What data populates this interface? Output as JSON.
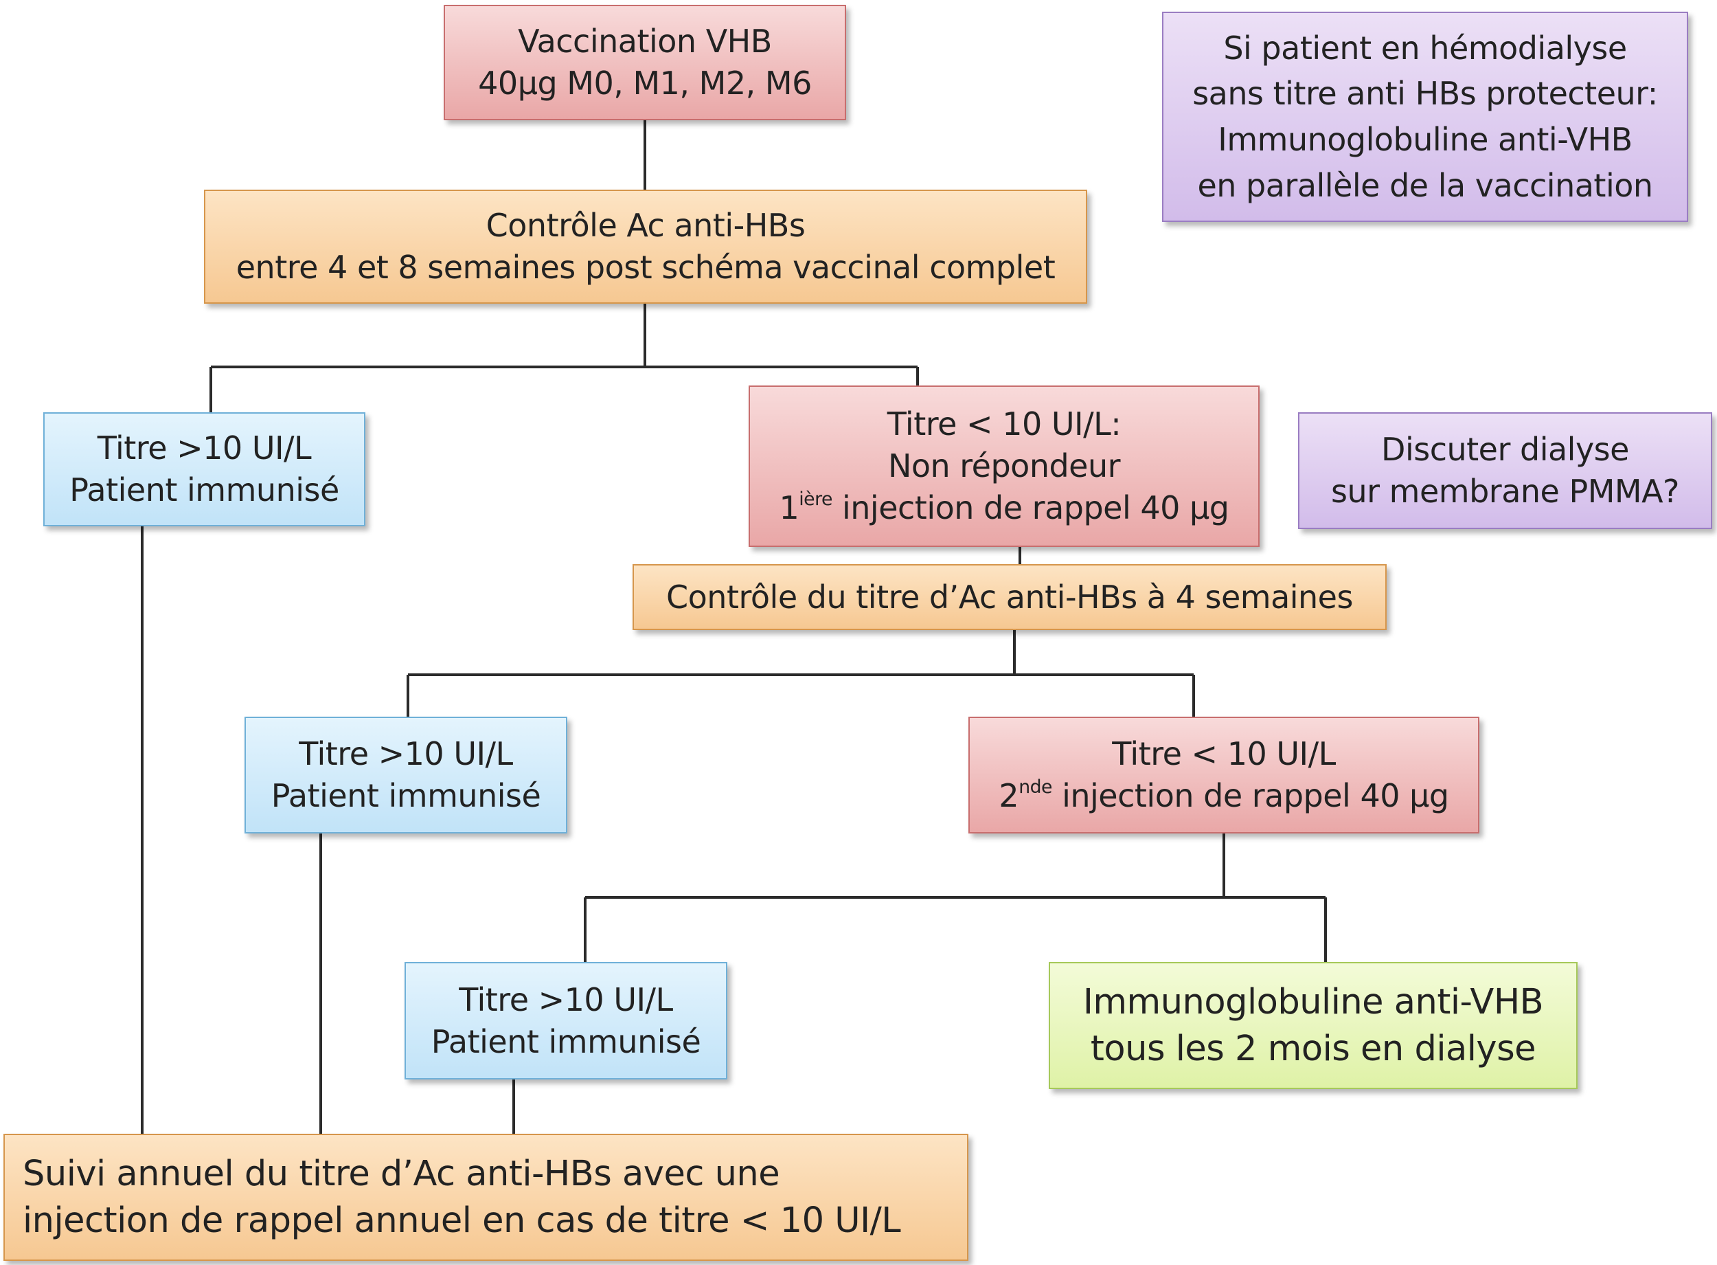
{
  "nodes": {
    "vaccination": {
      "line1": "Vaccination VHB",
      "line2": "40µg M0, M1, M2, M6"
    },
    "controle1": {
      "line1": "Contrôle Ac anti-HBs",
      "line2": "entre 4 et 8 semaines post schéma vaccinal complet"
    },
    "hemodialyse_note": {
      "line1": "Si patient en hémodialyse",
      "line2": "sans titre anti HBs protecteur:",
      "line3": "Immunoglobuline anti-VHB",
      "line4": "en parallèle de la vaccination"
    },
    "immunise1": {
      "line1": "Titre >10 UI/L",
      "line2": "Patient immunisé"
    },
    "non_repondeur": {
      "line1": "Titre < 10 UI/L:",
      "line2": "Non répondeur",
      "line3_prefix": "1",
      "line3_sup": "ière",
      "line3_rest": " injection de rappel 40 µg"
    },
    "pmma_note": {
      "line1": "Discuter dialyse",
      "line2": "sur membrane PMMA?"
    },
    "controle2": {
      "line1": "Contrôle du titre d’Ac anti-HBs à 4 semaines"
    },
    "immunise2": {
      "line1": "Titre >10 UI/L",
      "line2": "Patient immunisé"
    },
    "rappel2": {
      "line1": "Titre < 10 UI/L",
      "line2_prefix": "2",
      "line2_sup": "nde",
      "line2_rest": " injection de rappel 40 µg"
    },
    "immunise3": {
      "line1": "Titre >10 UI/L",
      "line2": "Patient immunisé"
    },
    "immunoglobuline": {
      "line1": "Immunoglobuline anti-VHB",
      "line2": "tous les 2 mois en dialyse"
    },
    "suivi": {
      "line1": "Suivi annuel du titre d’Ac anti-HBs avec une",
      "line2": "injection de rappel annuel en cas de titre < 10 UI/L"
    }
  },
  "colors": {
    "red": "#e9a7a7",
    "orange": "#f6c892",
    "blue": "#c1e3f8",
    "purple": "#d2bcea",
    "green": "#dff2a7",
    "connector": "#2b2b2b"
  }
}
